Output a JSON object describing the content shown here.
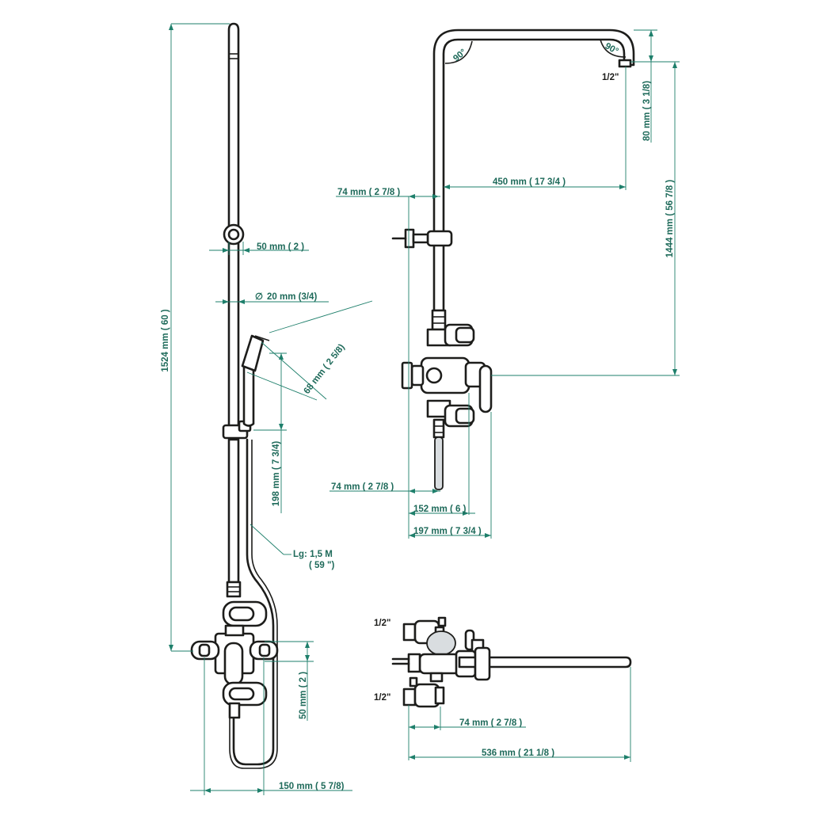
{
  "dimensions": {
    "total_height": "1524 mm ( 60 )",
    "bracket_offset": "50 mm ( 2 )",
    "rail_diameter": "20 mm  (3/4)",
    "diameter_symbol": "∅",
    "handset_diameter": "68 mm ( 2 5/8)",
    "handset_length": "198 mm ( 7 3/4)",
    "hose_length_line1": "Lg: 1,5 M",
    "hose_length_line2": "( 59 \")",
    "valve_depth": "50 mm ( 2 )",
    "valve_centres": "150 mm ( 5 7/8)",
    "arm_reach": "450 mm ( 17 3/4 )",
    "head_drop": "80 mm ( 3 1/8)",
    "riser_height": "1444 mm ( 56 7/8 )",
    "wall_to_riser_top": "74 mm ( 2 7/8 )",
    "wall_to_riser_bottom": "74 mm ( 2 7/8 )",
    "wall_to_body": "152 mm ( 6 )",
    "wall_to_lever": "197 mm ( 7 3/4 )",
    "plan_wall_to_riser": "74 mm ( 2 7/8 )",
    "plan_total": "536 mm ( 21 1/8 )"
  },
  "labels": {
    "angle_left": "90°",
    "angle_right": "90°",
    "outlet_thread": "1/2\"",
    "inlet_top": "1/2\"",
    "inlet_bottom": "1/2\""
  }
}
